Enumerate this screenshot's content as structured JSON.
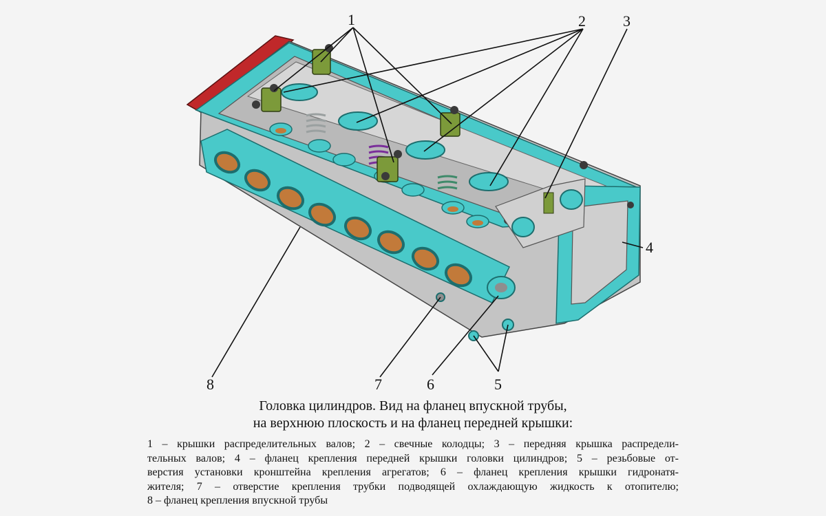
{
  "callouts": [
    {
      "id": "1",
      "label": "1"
    },
    {
      "id": "2",
      "label": "2"
    },
    {
      "id": "3",
      "label": "3"
    },
    {
      "id": "4",
      "label": "4"
    },
    {
      "id": "5",
      "label": "5"
    },
    {
      "id": "6",
      "label": "6"
    },
    {
      "id": "7",
      "label": "7"
    },
    {
      "id": "8",
      "label": "8"
    }
  ],
  "caption": {
    "line1": "Головка цилиндров. Вид на фланец впускной трубы,",
    "line2": "на верхнюю плоскость и на фланец передней крышки:"
  },
  "legend_lines": [
    "1 – крышки распределительных валов; 2 – свечные колодцы; 3 – передняя крышка распредели-",
    "тельных валов; 4 – фланец крепления передней крышки головки цилиндров; 5 – резьбовые от-",
    "верстия установки кронштейна крепления агрегатов; 6 – фланец крепления крышки гидронатя-",
    "жителя; 7 – отверстие крепления трубки подводящей охлаждающую жидкость к отопителю;",
    "8 – фланец крепления впускной трубы"
  ],
  "colors": {
    "gasket": "#49c9c9",
    "metal": "#c4c4c4",
    "metal_dark": "#8e8e8e",
    "port_copper": "#c27a3a",
    "cap_green": "#7c9a3a",
    "spring_purple": "#7a2f9a",
    "rear_red": "#c0282a"
  }
}
